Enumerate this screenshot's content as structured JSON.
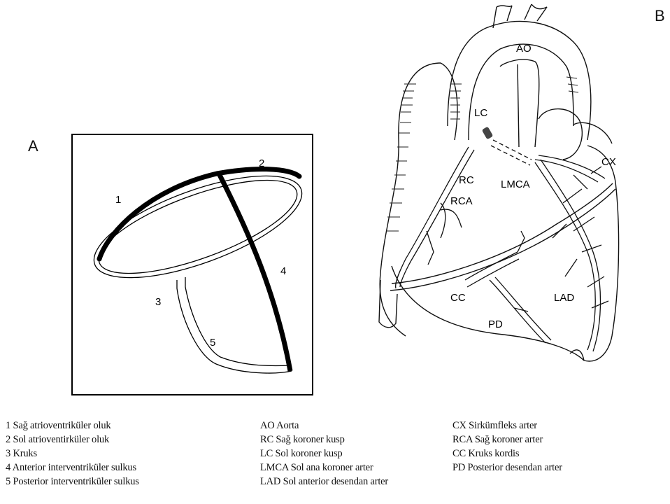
{
  "panels": {
    "a": "A",
    "b": "B"
  },
  "diagram_a": {
    "labels": [
      "1",
      "2",
      "3",
      "4",
      "5"
    ]
  },
  "diagram_b": {
    "labels": {
      "ao": "AO",
      "lc": "LC",
      "rc": "RC",
      "lmca": "LMCA",
      "cx": "CX",
      "rca": "RCA",
      "cc": "CC",
      "pd": "PD",
      "lad": "LAD"
    }
  },
  "legend": {
    "col1": [
      "1 Sağ atrioventriküler oluk",
      "2 Sol atrioventirküler oluk",
      "3 Kruks",
      "4 Anterior interventriküler sulkus",
      "5 Posterior interventriküler sulkus"
    ],
    "col2": [
      "AO Aorta",
      "RC Sağ koroner kusp",
      "LC Sol koroner kusp",
      "LMCA Sol ana koroner arter",
      "LAD Sol anterior desendan arter"
    ],
    "col3": [
      "CX Sirkümfleks arter",
      "RCA Sağ koroner arter",
      "CC Kruks kordis",
      "PD Posterior desendan arter"
    ]
  }
}
